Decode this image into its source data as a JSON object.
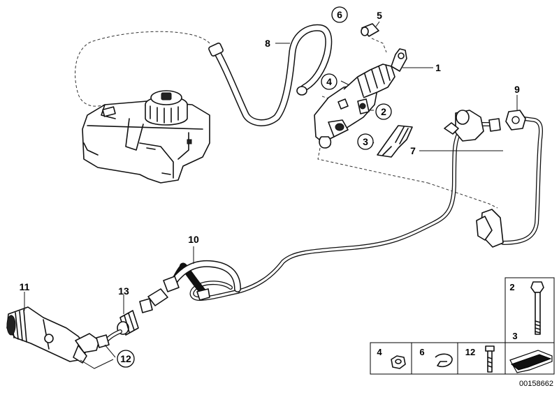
{
  "callouts": {
    "c1": "1",
    "c2": "2",
    "c3": "3",
    "c4": "4",
    "c5": "5",
    "c6": "6",
    "c7": "7",
    "c8": "8",
    "c9": "9",
    "c10": "10",
    "c11": "11",
    "c12": "12",
    "c13": "13"
  },
  "legend": {
    "bolt_top": "2",
    "bolt_bottom": "3",
    "nut": "4",
    "clip": "6",
    "screw": "12"
  },
  "document_id": "00158662"
}
